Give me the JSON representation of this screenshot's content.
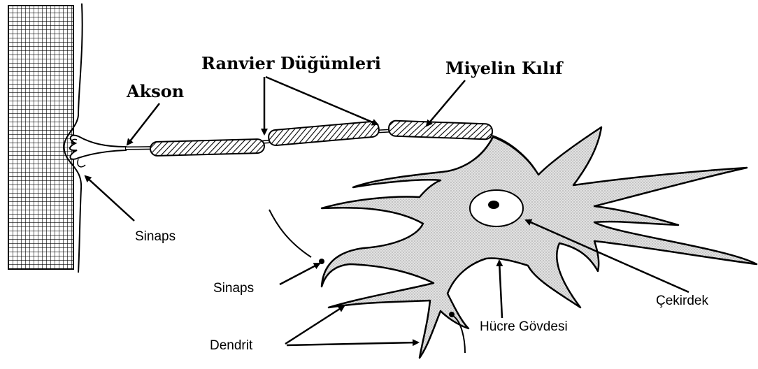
{
  "diagram": {
    "labels": {
      "ranvier": "Ranvier Düğümleri",
      "miyelin": "Miyelin Kılıf",
      "akson": "Akson",
      "sinaps_top": "Sinaps",
      "sinaps_bottom": "Sinaps",
      "cekirdek": "Çekirdek",
      "hucre_govdesi": "Hücre Gövdesi",
      "dendrit": "Dendrit"
    },
    "colors": {
      "ink": "#000000",
      "cell_fill": "#dcdcdc",
      "muscle_grid": "#000000",
      "background": "#ffffff"
    }
  }
}
